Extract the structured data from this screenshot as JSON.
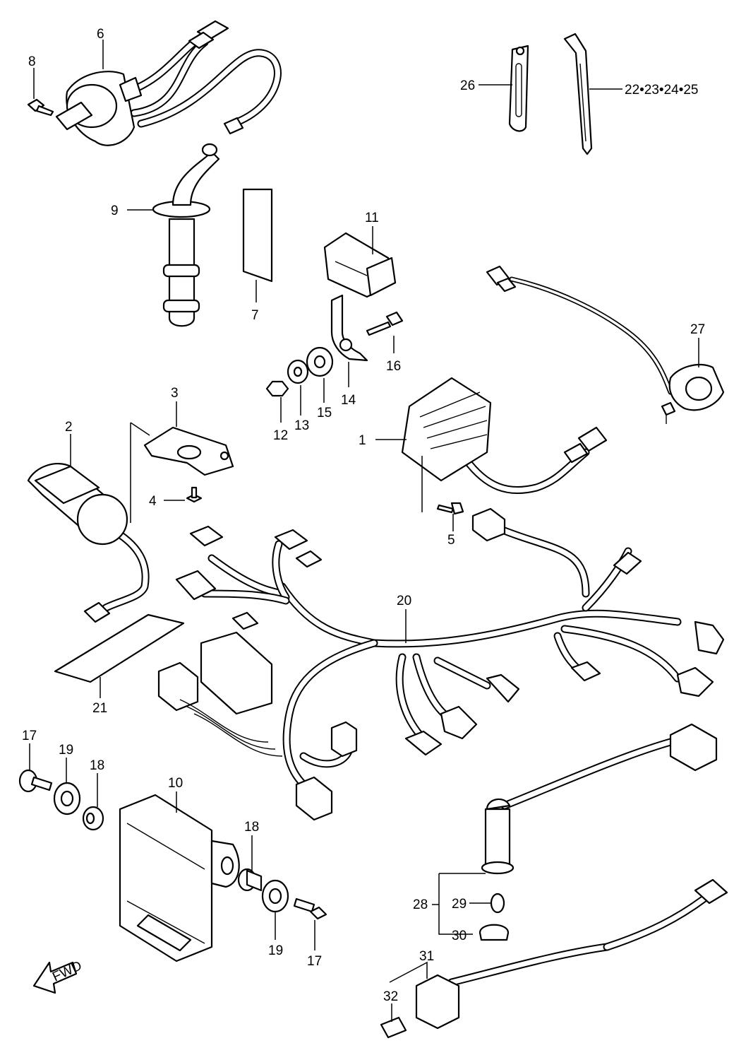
{
  "labels": {
    "p1": "1",
    "p2": "2",
    "p3": "3",
    "p4": "4",
    "p5": "5",
    "p6": "6",
    "p7": "7",
    "p8": "8",
    "p9": "9",
    "p10": "10",
    "p11": "11",
    "p12": "12",
    "p13": "13",
    "p14": "14",
    "p15": "15",
    "p16": "16",
    "p17a": "17",
    "p17b": "17",
    "p18a": "18",
    "p18b": "18",
    "p19a": "19",
    "p19b": "19",
    "p20": "20",
    "p21": "21",
    "p22_25": "22•23•24•25",
    "p26": "26",
    "p27": "27",
    "p28": "28",
    "p29": "29",
    "p30": "30",
    "p31": "31",
    "p32": "32"
  },
  "fwd_label": "FWD"
}
